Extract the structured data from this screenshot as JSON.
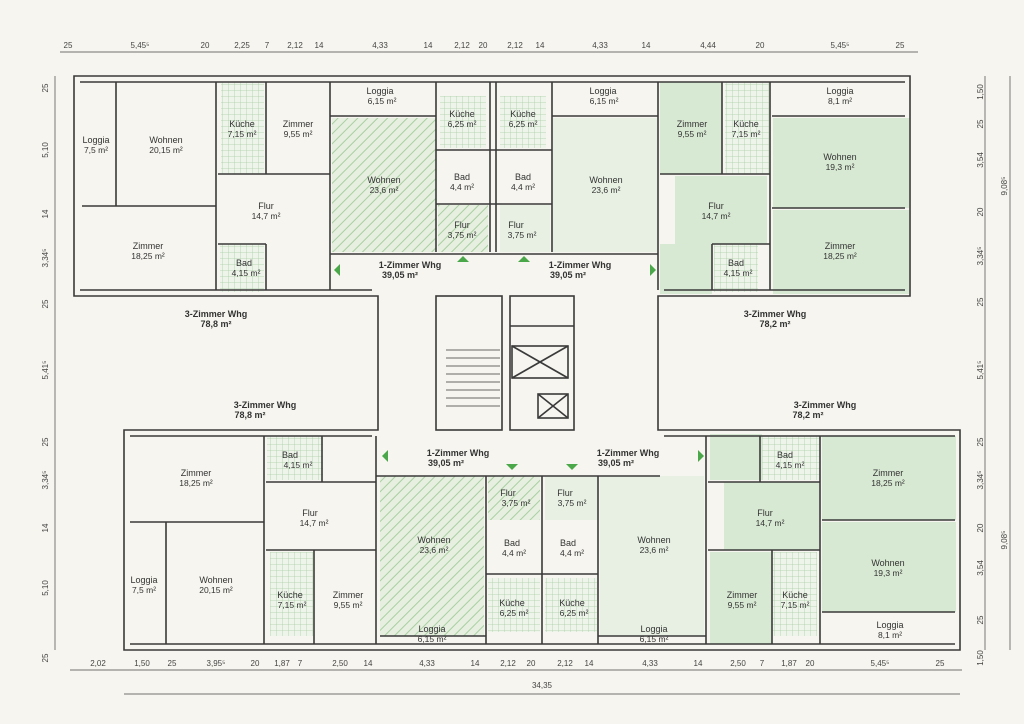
{
  "colors": {
    "background": "#f6f5ef",
    "wall": "#3a3a3a",
    "green_fill": "#d8e9d3",
    "hatch": "#b8d6b0",
    "tile": "#b9d9b7",
    "arrow": "#4aa84a",
    "dimension": "#444444"
  },
  "units": [
    {
      "id": "u3-tl",
      "name": "3-Zimmer Whg",
      "area": "78,8 m²"
    },
    {
      "id": "u3-tr",
      "name": "3-Zimmer Whg",
      "area": "78,2 m²"
    },
    {
      "id": "u1-t1",
      "name": "1-Zimmer Whg",
      "area": "39,05 m²"
    },
    {
      "id": "u1-t2",
      "name": "1-Zimmer Whg",
      "area": "39,05 m²"
    },
    {
      "id": "u3-bl",
      "name": "3-Zimmer Whg",
      "area": "78,8 m²"
    },
    {
      "id": "u3-br",
      "name": "3-Zimmer Whg",
      "area": "78,2 m²"
    },
    {
      "id": "u1-b1",
      "name": "1-Zimmer Whg",
      "area": "39,05 m²"
    },
    {
      "id": "u1-b2",
      "name": "1-Zimmer Whg",
      "area": "39,05 m²"
    }
  ],
  "rooms": [
    {
      "name": "Loggia",
      "area": "7,5 m²"
    },
    {
      "name": "Wohnen",
      "area": "20,15 m²"
    },
    {
      "name": "Küche",
      "area": "7,15 m²"
    },
    {
      "name": "Zimmer",
      "area": "9,55 m²"
    },
    {
      "name": "Loggia",
      "area": "6,15 m²"
    },
    {
      "name": "Küche",
      "area": "6,25 m²"
    },
    {
      "name": "Küche",
      "area": "6,25 m²"
    },
    {
      "name": "Loggia",
      "area": "6,15 m²"
    },
    {
      "name": "Zimmer",
      "area": "9,55 m²"
    },
    {
      "name": "Küche",
      "area": "7,15 m²"
    },
    {
      "name": "Loggia",
      "area": "8,1 m²"
    },
    {
      "name": "Wohnen",
      "area": "23,6 m²"
    },
    {
      "name": "Bad",
      "area": "4,4 m²"
    },
    {
      "name": "Bad",
      "area": "4,4 m²"
    },
    {
      "name": "Wohnen",
      "area": "23,6 m²"
    },
    {
      "name": "Wohnen",
      "area": "19,3 m²"
    },
    {
      "name": "Flur",
      "area": "14,7 m²"
    },
    {
      "name": "Flur",
      "area": "3,75 m²"
    },
    {
      "name": "Flur",
      "area": "3,75 m²"
    },
    {
      "name": "Flur",
      "area": "14,7 m²"
    },
    {
      "name": "Zimmer",
      "area": "18,25 m²"
    },
    {
      "name": "Bad",
      "area": "4,15 m²"
    },
    {
      "name": "Bad",
      "area": "4,15 m²"
    },
    {
      "name": "Zimmer",
      "area": "18,25 m²"
    },
    {
      "name": "Bad",
      "area": "4,15 m²"
    },
    {
      "name": "Bad",
      "area": "4,15 m²"
    },
    {
      "name": "Zimmer",
      "area": "18,25 m²"
    },
    {
      "name": "Zimmer",
      "area": "18,25 m²"
    },
    {
      "name": "Flur",
      "area": "14,7 m²"
    },
    {
      "name": "Flur",
      "area": "3,75 m²"
    },
    {
      "name": "Flur",
      "area": "3,75 m²"
    },
    {
      "name": "Flur",
      "area": "14,7 m²"
    },
    {
      "name": "Wohnen",
      "area": "23,6 m²"
    },
    {
      "name": "Bad",
      "area": "4,4 m²"
    },
    {
      "name": "Bad",
      "area": "4,4 m²"
    },
    {
      "name": "Wohnen",
      "area": "23,6 m²"
    },
    {
      "name": "Loggia",
      "area": "7,5 m²"
    },
    {
      "name": "Wohnen",
      "area": "20,15 m²"
    },
    {
      "name": "Küche",
      "area": "7,15 m²"
    },
    {
      "name": "Zimmer",
      "area": "9,55 m²"
    },
    {
      "name": "Küche",
      "area": "6,25 m²"
    },
    {
      "name": "Küche",
      "area": "6,25 m²"
    },
    {
      "name": "Zimmer",
      "area": "9,55 m²"
    },
    {
      "name": "Küche",
      "area": "7,15 m²"
    },
    {
      "name": "Wohnen",
      "area": "19,3 m²"
    },
    {
      "name": "Loggia",
      "area": "6,15 m²"
    },
    {
      "name": "Loggia",
      "area": "6,15 m²"
    },
    {
      "name": "Loggia",
      "area": "8,1 m²"
    }
  ],
  "dimensions": {
    "top": [
      "25",
      "5,45⁵",
      "20",
      "2,25",
      "7",
      "2,12",
      "14",
      "4,33",
      "14",
      "2,12",
      "20",
      "2,12",
      "14",
      "4,33",
      "14",
      "4,44",
      "20",
      "5,45⁵",
      "25"
    ],
    "bottom": [
      "2,02",
      "1,50",
      "25",
      "3,95⁵",
      "20",
      "1,87",
      "7",
      "2,50",
      "14",
      "4,33",
      "14",
      "2,12",
      "20",
      "2,12",
      "14",
      "4,33",
      "14",
      "2,50",
      "7",
      "1,87",
      "20",
      "5,45⁵",
      "25"
    ],
    "overall": "34,35",
    "left": [
      "25",
      "5,10",
      "14",
      "3,34⁵",
      "25",
      "5,41⁵",
      "25",
      "3,34⁵",
      "14",
      "5,10",
      "25"
    ],
    "right": [
      "1,50",
      "25",
      "3,54",
      "20",
      "3,34⁵",
      "25",
      "5,41⁵",
      "25",
      "3,34⁵",
      "20",
      "3,54",
      "25",
      "1,50"
    ],
    "right_totals": [
      "9,08⁵",
      "9,08⁵"
    ]
  }
}
